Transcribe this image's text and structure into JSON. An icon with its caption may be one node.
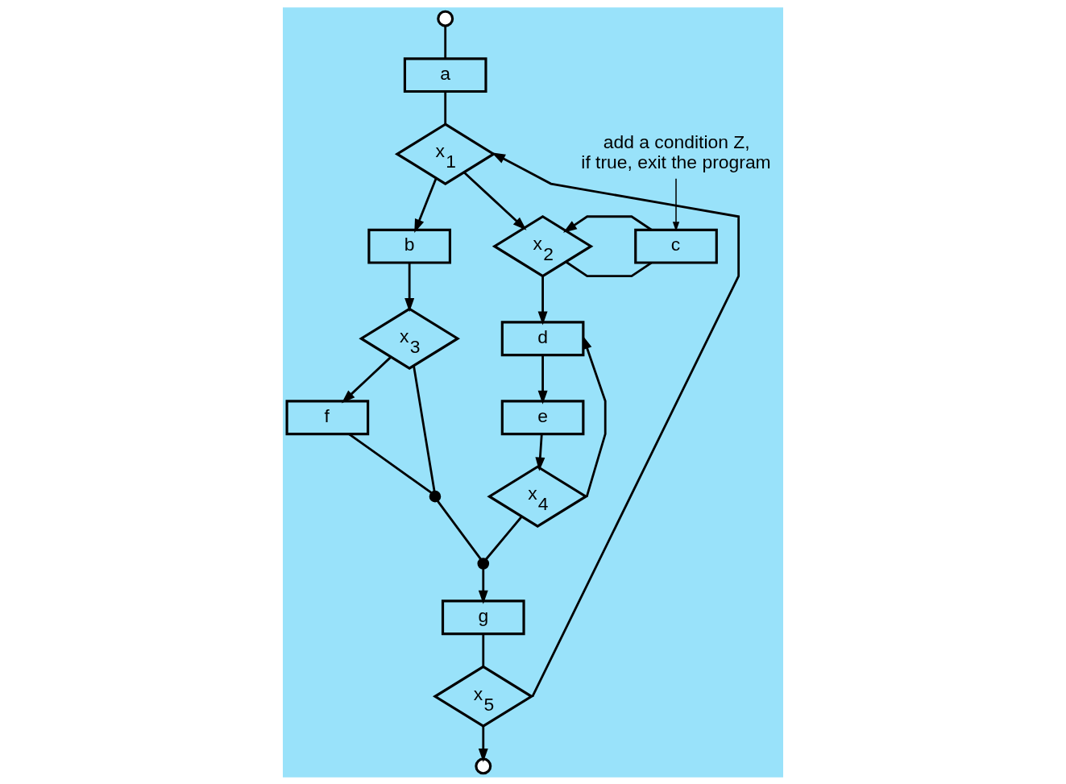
{
  "diagram": {
    "nodes": [
      {
        "text": [],
        "shape": "circle"
      },
      {
        "text": [
          "a"
        ]
      },
      {
        "text": [
          "x$_{1}$"
        ]
      },
      {
        "text": [
          "b"
        ]
      },
      {
        "text": [
          "x$_{3}$"
        ]
      },
      {
        "text": [
          "f"
        ]
      },
      {
        "text": [
          "x$_{2}$"
        ]
      },
      {
        "text": [
          "c"
        ]
      },
      {
        "text": [
          "d"
        ]
      },
      {
        "text": [
          "e"
        ]
      },
      {
        "text": [
          "x$_{4}$"
        ]
      },
      {
        "text": [],
        "shape": "dot"
      },
      {
        "text": [],
        "shape": "dot"
      },
      {
        "text": [
          "g"
        ]
      },
      {
        "text": [
          "x$_{5}$"
        ]
      },
      {
        "text": [],
        "shape": "circle"
      },
      {
        "text": [
          "add a condition Z, if true, exit the program"
        ]
      }
    ],
    "edges": [
      {
        "from": 0,
        "to": 1,
        "arrow": "none"
      },
      {
        "from": 1,
        "to": 2,
        "arrow": "none"
      },
      {
        "from": 2,
        "to": 3,
        "arrow": "to"
      },
      {
        "from": 2,
        "to": 6,
        "arrow": "to"
      },
      {
        "from": 6,
        "to": 7,
        "arrow": "none"
      },
      {
        "from": 7,
        "to": 6,
        "arrow": "to"
      },
      {
        "from": 6,
        "to": 8,
        "arrow": "to"
      },
      {
        "from": 8,
        "to": 9,
        "arrow": "to"
      },
      {
        "from": 9,
        "to": 10,
        "arrow": "to"
      },
      {
        "from": 10,
        "to": 8,
        "arrow": "to"
      },
      {
        "from": 3,
        "to": 4,
        "arrow": "to"
      },
      {
        "from": 4,
        "to": 5,
        "arrow": "to"
      },
      {
        "from": 4,
        "to": 11,
        "arrow": "none"
      },
      {
        "from": 5,
        "to": 11,
        "arrow": "none"
      },
      {
        "from": 11,
        "to": 12,
        "arrow": "none"
      },
      {
        "from": 10,
        "to": 12,
        "arrow": "none"
      },
      {
        "from": 12,
        "to": 13,
        "arrow": "to"
      },
      {
        "from": 13,
        "to": 14,
        "arrow": "none"
      },
      {
        "from": 14,
        "to": 15,
        "arrow": "to"
      },
      {
        "from": 14,
        "to": 2,
        "arrow": "to"
      },
      {
        "from": 16,
        "to": 7,
        "arrow": "to"
      }
    ]
  }
}
